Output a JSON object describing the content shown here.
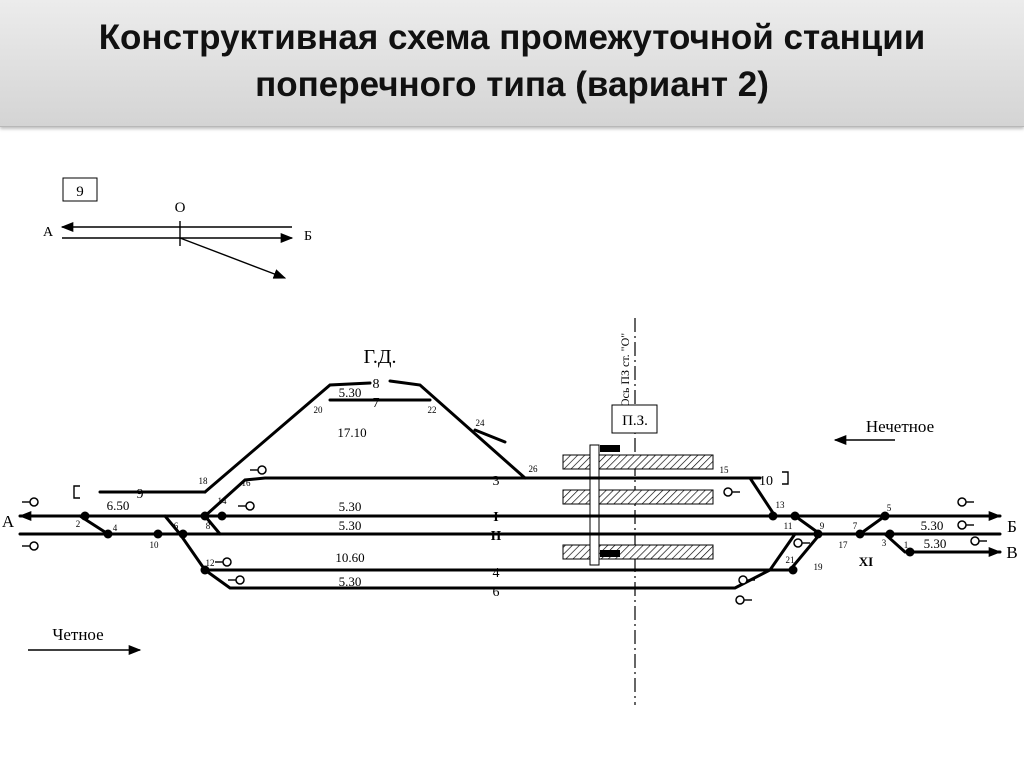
{
  "slide": {
    "title_line1": "Конструктивная схема промежуточной станции",
    "title_line2": "поперечного типа (вариант 2)"
  },
  "inset": {
    "box_label": "9",
    "axis_label": "О",
    "left_label": "А",
    "right_label": "Б"
  },
  "scheme": {
    "freight_yard_label": "Г.Д.",
    "station_axis_label": "Ось ПЗ ст. \"О\"",
    "building_label": "П.З.",
    "odd_direction_label": "Нечетное",
    "even_direction_label": "Четное",
    "end_left_a": "А",
    "end_right_b": "Б",
    "end_right_v": "В",
    "signal_xi": "XI",
    "tracks": {
      "t8": "8",
      "t7": "7",
      "t3": "3",
      "t9": "9",
      "t10": "10",
      "tI": "I",
      "tII": "II",
      "t4": "4",
      "t6": "6"
    },
    "lengths": {
      "l_gd": "5.30",
      "l_17_10": "17.10",
      "l_9": "6.50",
      "l_I": "5.30",
      "l_II": "5.30",
      "l_10_60": "10.60",
      "l_6": "5.30",
      "l_b": "5.30",
      "l_v": "5.30"
    },
    "switches": {
      "s2": "2",
      "s4": "4",
      "s6": "6",
      "s8": "8",
      "s10": "10",
      "s12": "12",
      "s14": "14",
      "s16": "16",
      "s18": "18",
      "s20": "20",
      "s22": "22",
      "s24": "24",
      "s26": "26",
      "s15": "15",
      "s13": "13",
      "s11": "11",
      "s9": "9",
      "s7": "7",
      "s5": "5",
      "s3": "3",
      "s1": "1",
      "s17": "17",
      "s19": "19",
      "s21": "21"
    }
  }
}
